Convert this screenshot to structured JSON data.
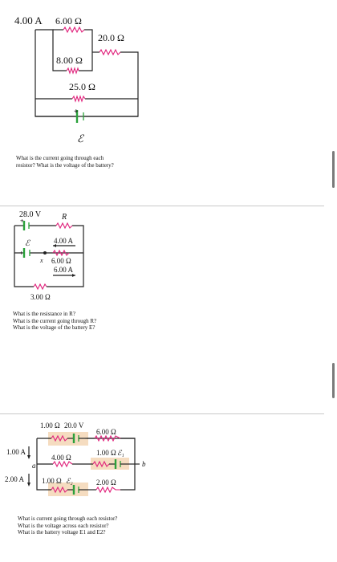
{
  "problem1": {
    "label_current": "4.00 A",
    "label_r1": "6.00 Ω",
    "label_r2": "20.0 Ω",
    "label_r3": "8.00 Ω",
    "label_r4": "25.0 Ω",
    "label_plus": "+",
    "label_emf": "ℰ",
    "question_line1": "What is the current going through each",
    "question_line2": "resistor? What is the voltage of the battery?"
  },
  "problem2": {
    "label_voltage": "28.0 V",
    "label_r": "R",
    "label_plus_top": "+",
    "label_emf": "ℰ",
    "label_plus_mid": "+",
    "label_x": "x",
    "label_current1": "4.00 A",
    "label_r6": "6.00 Ω",
    "label_current2": "6.00 A",
    "label_r3": "3.00 Ω",
    "question_line1": "What is the resistance in R?",
    "question_line2": "What is the current going through R?",
    "question_line3": "What is the voltage of the battery E?"
  },
  "problem3": {
    "label_top_r": "1.00 Ω",
    "label_top_v": "20.0 V",
    "label_r6": "6.00 Ω",
    "label_i1": "1.00 A",
    "label_r4": "4.00 Ω",
    "label_mid_r": "1.00 Ω",
    "label_e1": "ℰ₁",
    "label_a": "a",
    "label_b": "b",
    "label_i2": "2.00 A",
    "label_bot_r": "1.00 Ω",
    "label_e2": "ℰ₂",
    "label_r2": "2.00 Ω",
    "question_line1": "What is current going through each resistor?",
    "question_line2": "What is the voltage across each resistor?",
    "question_line3": "What is the battery voltage E1 and E2?"
  }
}
